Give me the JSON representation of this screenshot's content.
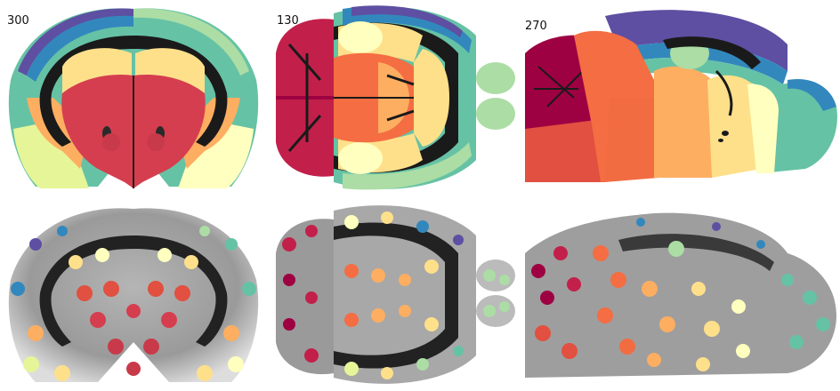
{
  "figure": {
    "slices": [
      {
        "label": "300",
        "view": "coronal"
      },
      {
        "label": "130",
        "view": "axial"
      },
      {
        "label": "270",
        "view": "sagittal"
      }
    ],
    "rows": [
      "atlas-regions",
      "region-centroids-over-template"
    ]
  },
  "palette": {
    "spectral": [
      "#9e0142",
      "#d53e4f",
      "#f46d43",
      "#fdae61",
      "#fee08b",
      "#ffffbf",
      "#e6f598",
      "#abdda4",
      "#66c2a5",
      "#3288bd",
      "#5e4fa2"
    ],
    "background": "#ffffff",
    "fiber_tract": "#1a1a1a"
  }
}
